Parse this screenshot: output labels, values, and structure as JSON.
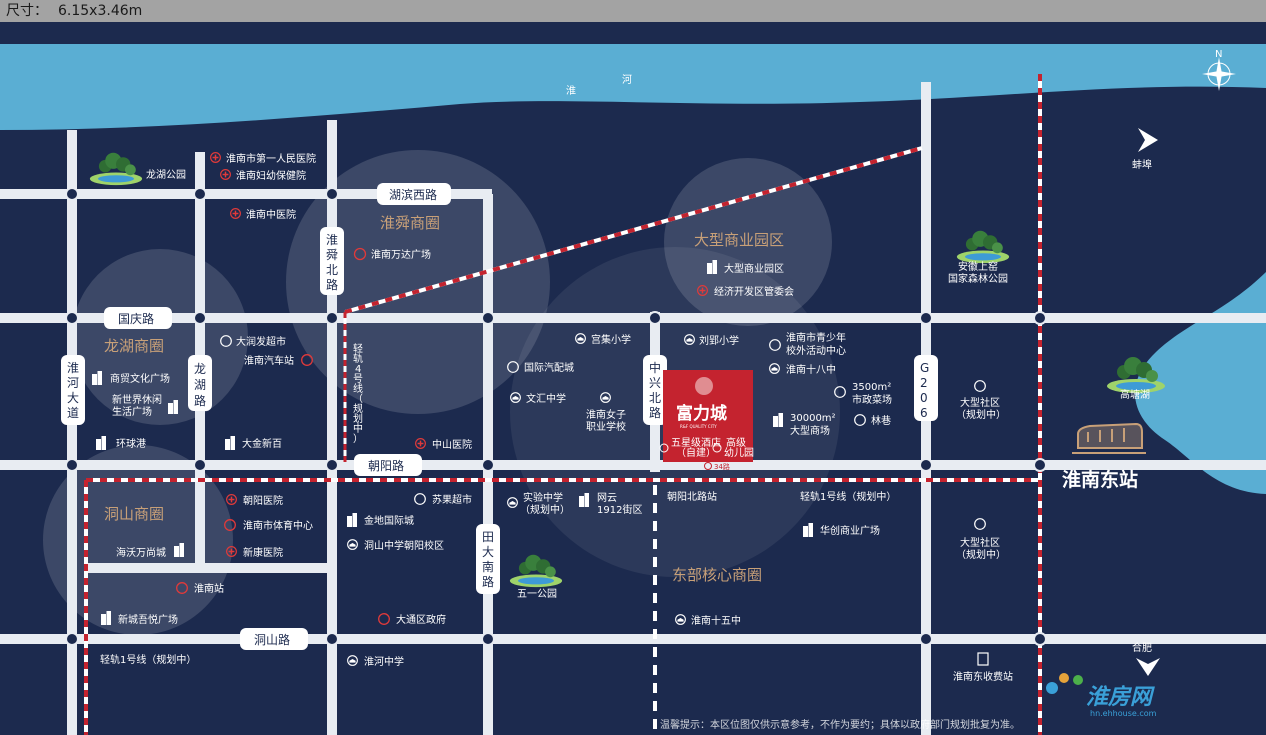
{
  "header": {
    "size_label": "尺寸：",
    "size_value": "6.15x3.46m"
  },
  "colors": {
    "background": "#1c2a4e",
    "river": "#5aaed3",
    "road": "#e8ecf2",
    "zone": "#c8a078",
    "project": "#c4232f",
    "rail": "#c4232f"
  },
  "river": {
    "name_1": "淮",
    "name_2": "河"
  },
  "roads": {
    "huaibin_west": "湖滨西路",
    "huaishun_north_1": "淮",
    "huaishun_north_2": "舜",
    "huaishun_north_3": "北",
    "huaishun_north_4": "路",
    "guoqing": "国庆路",
    "huaihe_1": "淮",
    "huaihe_2": "河",
    "huaihe_3": "大",
    "huaihe_4": "道",
    "longhu_1": "龙",
    "longhu_2": "湖",
    "longhu_3": "路",
    "chaoyang": "朝阳路",
    "tianda_1": "田",
    "tianda_2": "大",
    "tianda_3": "南",
    "tianda_4": "路",
    "zhongxing_1": "中",
    "zhongxing_2": "兴",
    "zhongxing_3": "北",
    "zhongxing_4": "路",
    "g206_1": "G",
    "g206_2": "2",
    "g206_3": "0",
    "g206_4": "6",
    "dongshan": "洞山路"
  },
  "rail4": {
    "c1": "轻",
    "c2": "轨",
    "c3": "4",
    "c4": "号",
    "c5": "线",
    "c6": "（",
    "c7": "规",
    "c8": "划",
    "c9": "中",
    "c10": "）"
  },
  "zones": {
    "huaishun": "淮舜商圈",
    "big_commercial": "大型商业园区",
    "longhu": "龙湖商圈",
    "dongshan": "洞山商圈",
    "east_core": "东部核心商圈"
  },
  "pois": {
    "longhu_park": "龙湖公园",
    "first_hospital": "淮南市第一人民医院",
    "maternal": "淮南妇幼保健院",
    "tcm_hospital": "淮南中医院",
    "wanda": "淮南万达广场",
    "comm_park": "大型商业园区",
    "dev_committee": "经济开发区管委会",
    "forest_park_1": "安徽上窑",
    "forest_park_2": "国家森林公园",
    "bengbu": "蚌埠",
    "gaotang": "高塘湖",
    "east_station": "淮南东站",
    "runfa": "大润发超市",
    "bus_station": "淮南汽车站",
    "trade_plaza": "商贸文化广场",
    "leisure_1": "新世界休闲",
    "leisure_2": "生活广场",
    "huanqiu": "环球港",
    "dajin": "大金新百",
    "zhongshan": "中山医院",
    "guomao_auto": "国际汽配城",
    "gongji": "宫集小学",
    "wenhui": "文汇中学",
    "girls_1": "淮南女子",
    "girls_2": "职业学校",
    "liuying": "刘郢小学",
    "youth_1": "淮南市青少年",
    "youth_2": "校外活动中心",
    "no18": "淮南十八中",
    "market_area": "3500m²",
    "market": "市政菜场",
    "mall_area": "30000m²",
    "mall": "大型商场",
    "linxiang": "林巷",
    "community_1a": "大型社区",
    "community_1b": "（规划中）",
    "chaoyang_hosp": "朝阳医院",
    "sports": "淮南市体育中心",
    "xinkang": "新康医院",
    "haiwo": "海沃万尚城",
    "huainan_sta": "淮南站",
    "xincheng": "新城吾悦广场",
    "suguo": "苏果超市",
    "jindi": "金地国际城",
    "dongshan_sch": "洞山中学朝阳校区",
    "datong_gov": "大通区政府",
    "huaihe_sch": "淮河中学",
    "shiyan_1": "实验中学",
    "shiyan_2": "（规划中）",
    "wangyun_1": "网云",
    "wangyun_2": "1912街区",
    "wuyi": "五一公园",
    "chaoyang_north_sta": "朝阳北路站",
    "rail1_east": "轻轨1号线（规划中）",
    "huachuang": "华创商业广场",
    "no15": "淮南十五中",
    "community_2a": "大型社区",
    "community_2b": "（规划中）",
    "hefei": "合肥",
    "toll": "淮南东收费站",
    "rail1_west": "轻轨1号线（规划中）"
  },
  "project": {
    "name": "富力城",
    "subtitle": "R&F QUALITY CITY",
    "hotel_1": "五星级酒店",
    "hotel_2": "（自建）",
    "kinder_1": "高级",
    "kinder_2": "幼儿园",
    "bus": "34路"
  },
  "watermark": {
    "brand": "淮房网",
    "url": "hn.ehhouse.com"
  },
  "compass": {
    "north": "N"
  },
  "disclaimer": "温馨提示：本区位图仅供示意参考，不作为要约；具体以政府部门规划批复为准。"
}
